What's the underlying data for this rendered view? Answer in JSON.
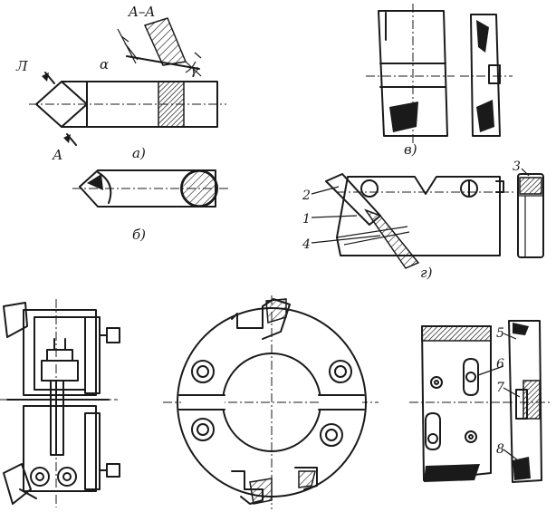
{
  "section_title": "A–A",
  "angle_alpha": "α",
  "angle_gamma": "γ",
  "section_mark_top": "Л",
  "section_mark_bottom": "А",
  "view_a": "а)",
  "view_b": "б)",
  "view_v": "в)",
  "view_g": "г)",
  "callouts": {
    "c1": "1",
    "c2": "2",
    "c3": "3",
    "c4": "4",
    "c5": "5",
    "c6": "6",
    "c7": "7",
    "c8": "8"
  },
  "colors": {
    "ink": "#1a1a1a",
    "paper": "#ffffff"
  }
}
